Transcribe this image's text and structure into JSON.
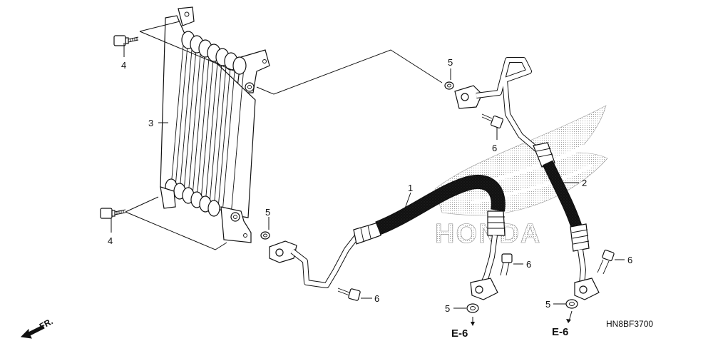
{
  "callouts": {
    "c4_top": "4",
    "c4_bottom": "4",
    "c3": "3",
    "c5_top": "5",
    "c5_left": "5",
    "c5_mid": "5",
    "c5_right": "5",
    "c6_top": "6",
    "c6_left": "6",
    "c6_mid": "6",
    "c6_right": "6",
    "c1": "1",
    "c2": "2"
  },
  "references": {
    "ref_mid": "E-6",
    "ref_right": "E-6"
  },
  "diagram_code": "HN8BF3700",
  "front_marker": "FR.",
  "watermark_brand": "HONDA"
}
